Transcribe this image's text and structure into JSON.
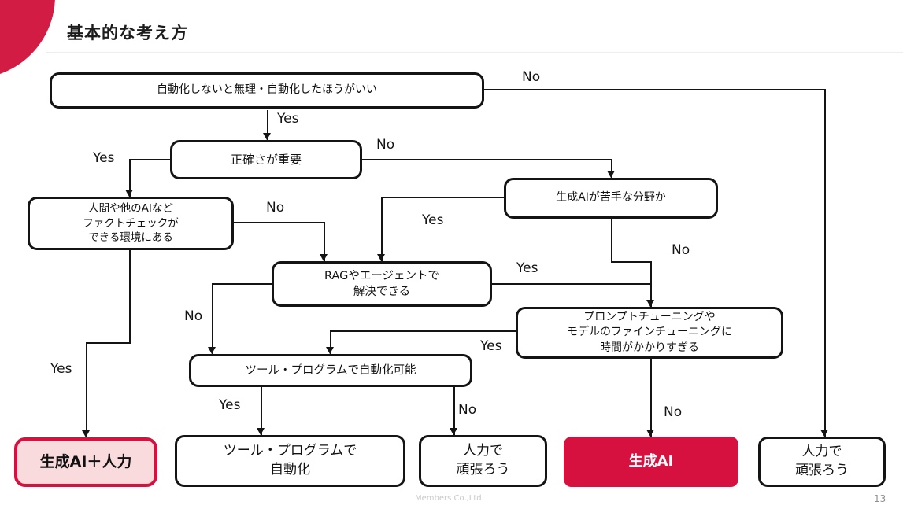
{
  "header": {
    "title": "基本的な考え方"
  },
  "nodes": {
    "auto": {
      "label": "自動化しないと無理・自動化したほうがいい"
    },
    "accuracy": {
      "label": "正確さが重要"
    },
    "factcheck": {
      "label": "人間や他のAIなど\nファクトチェックが\nできる環境にある"
    },
    "nigate": {
      "label": "生成AIが苦手な分野か"
    },
    "rag": {
      "label": "RAGやエージェントで\n解決できる"
    },
    "prompt": {
      "label": "プロンプトチューニングや\nモデルのファインチューニングに\n時間がかかりすぎる"
    },
    "tool": {
      "label": "ツール・プログラムで自動化可能"
    },
    "result_ai_plus_human": {
      "label": "生成AI＋人力"
    },
    "result_tool_automation": {
      "label": "ツール・プログラムで\n自動化"
    },
    "result_human_left": {
      "label": "人力で\n頑張ろう"
    },
    "result_ai": {
      "label": "生成AI"
    },
    "result_human_right": {
      "label": "人力で\n頑張ろう"
    }
  },
  "edges": {
    "auto_no": "No",
    "auto_yes": "Yes",
    "accuracy_yes": "Yes",
    "accuracy_no": "No",
    "factcheck_no": "No",
    "factcheck_yes": "Yes",
    "nigate_yes": "Yes",
    "nigate_no": "No",
    "rag_yes": "Yes",
    "rag_no": "No",
    "prompt_yes": "Yes",
    "prompt_no": "No",
    "tool_yes": "Yes",
    "tool_no": "No"
  },
  "colors": {
    "brand_red": "#d6113f",
    "highlight_fill": "#f9dadd"
  },
  "footer": {
    "company": "Members Co.,Ltd.",
    "page_number": "13"
  }
}
